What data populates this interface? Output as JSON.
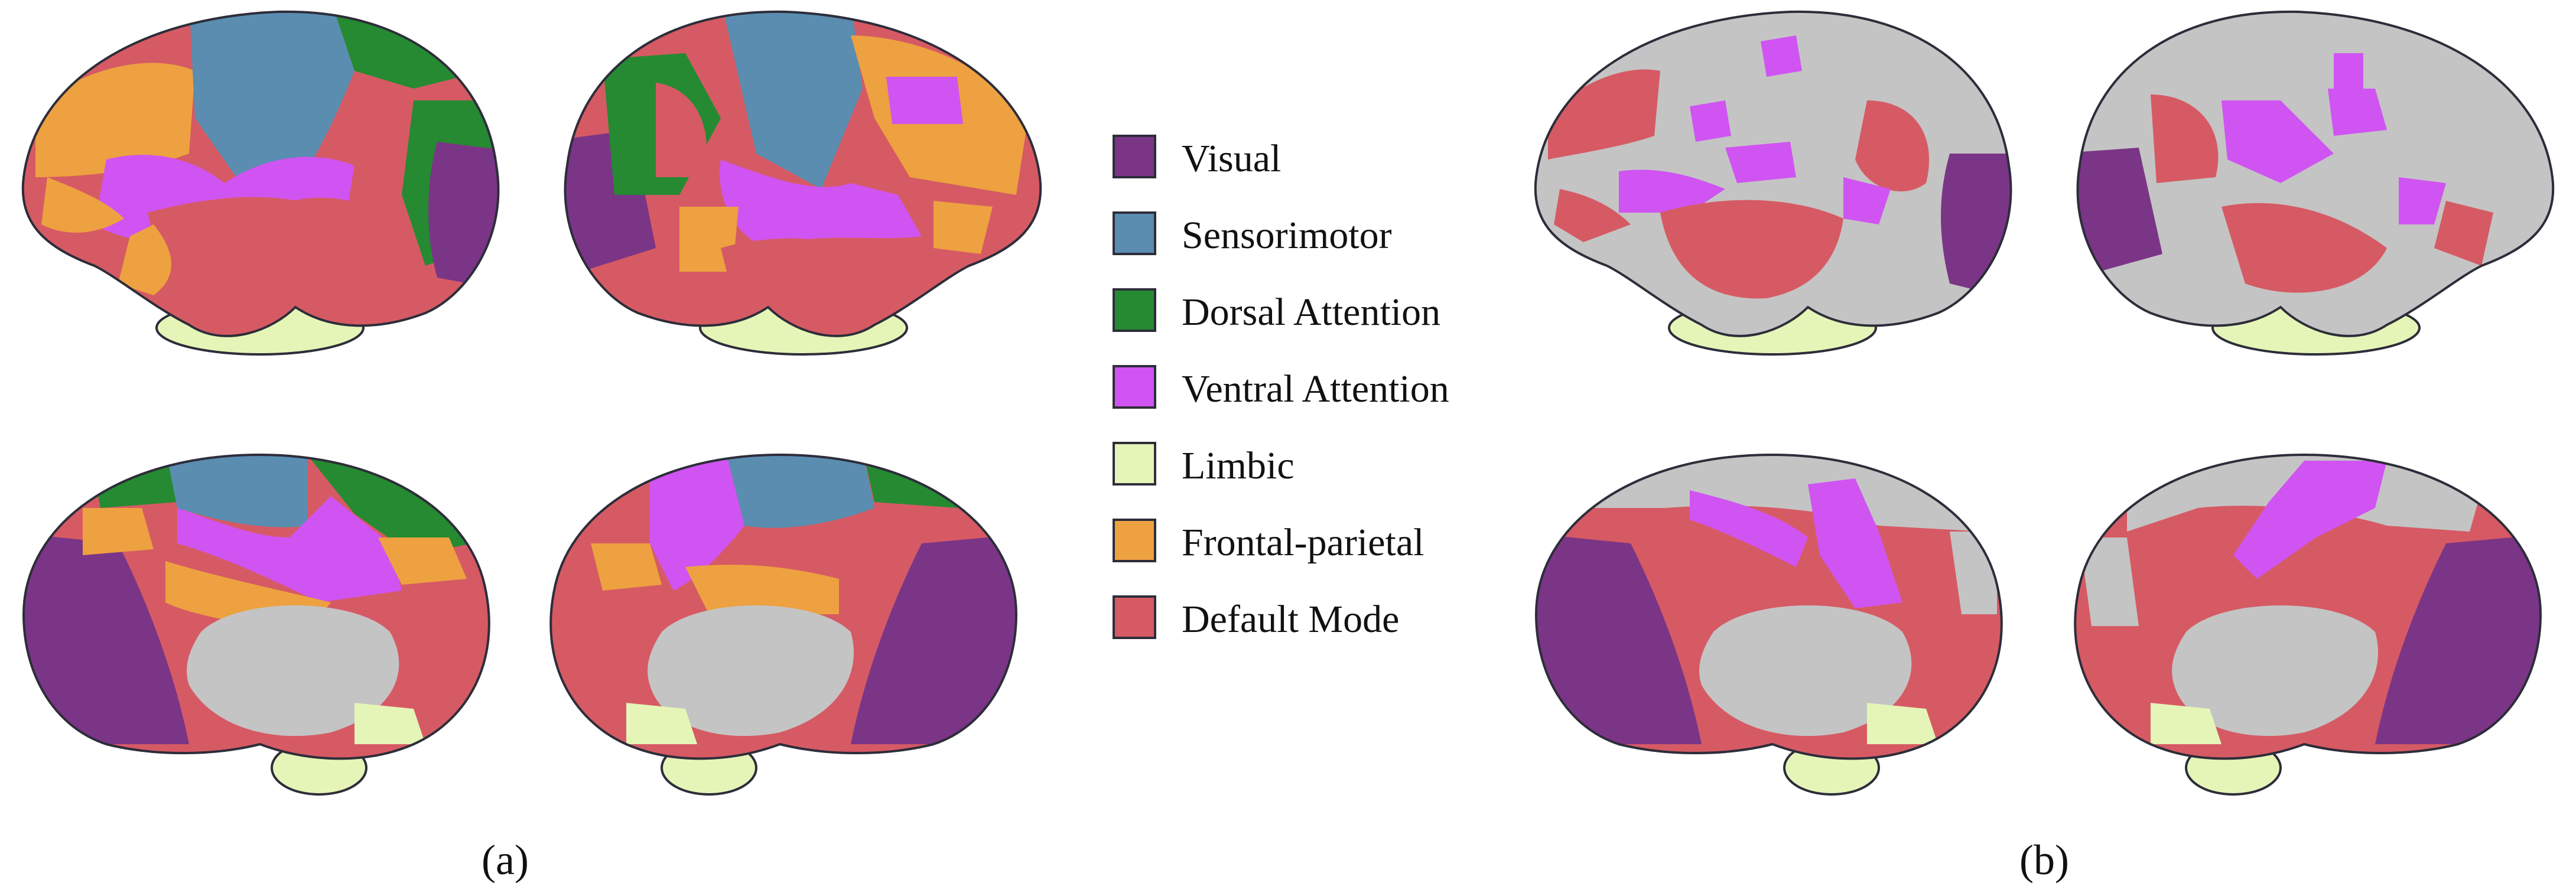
{
  "colors": {
    "visual": "#7b3587",
    "sensorimotor": "#5a8db0",
    "dorsal_attention": "#258a31",
    "ventral_attention": "#d054f1",
    "limbic": "#e5f5b7",
    "frontal_parietal": "#eda140",
    "default_mode": "#d65a64",
    "medial_wall": "#c4c4c4",
    "outline": "#2d2d3a"
  },
  "legend": {
    "items": [
      {
        "label": "Visual",
        "color": "#7b3587"
      },
      {
        "label": "Sensorimotor",
        "color": "#5a8db0"
      },
      {
        "label": "Dorsal Attention",
        "color": "#258a31"
      },
      {
        "label": "Ventral Attention",
        "color": "#d054f1"
      },
      {
        "label": "Limbic",
        "color": "#e5f5b7"
      },
      {
        "label": "Frontal-parietal",
        "color": "#eda140"
      },
      {
        "label": "Default Mode",
        "color": "#d65a64"
      }
    ]
  },
  "panels": {
    "a": {
      "label": "(a)"
    },
    "b": {
      "label": "(b)"
    }
  }
}
